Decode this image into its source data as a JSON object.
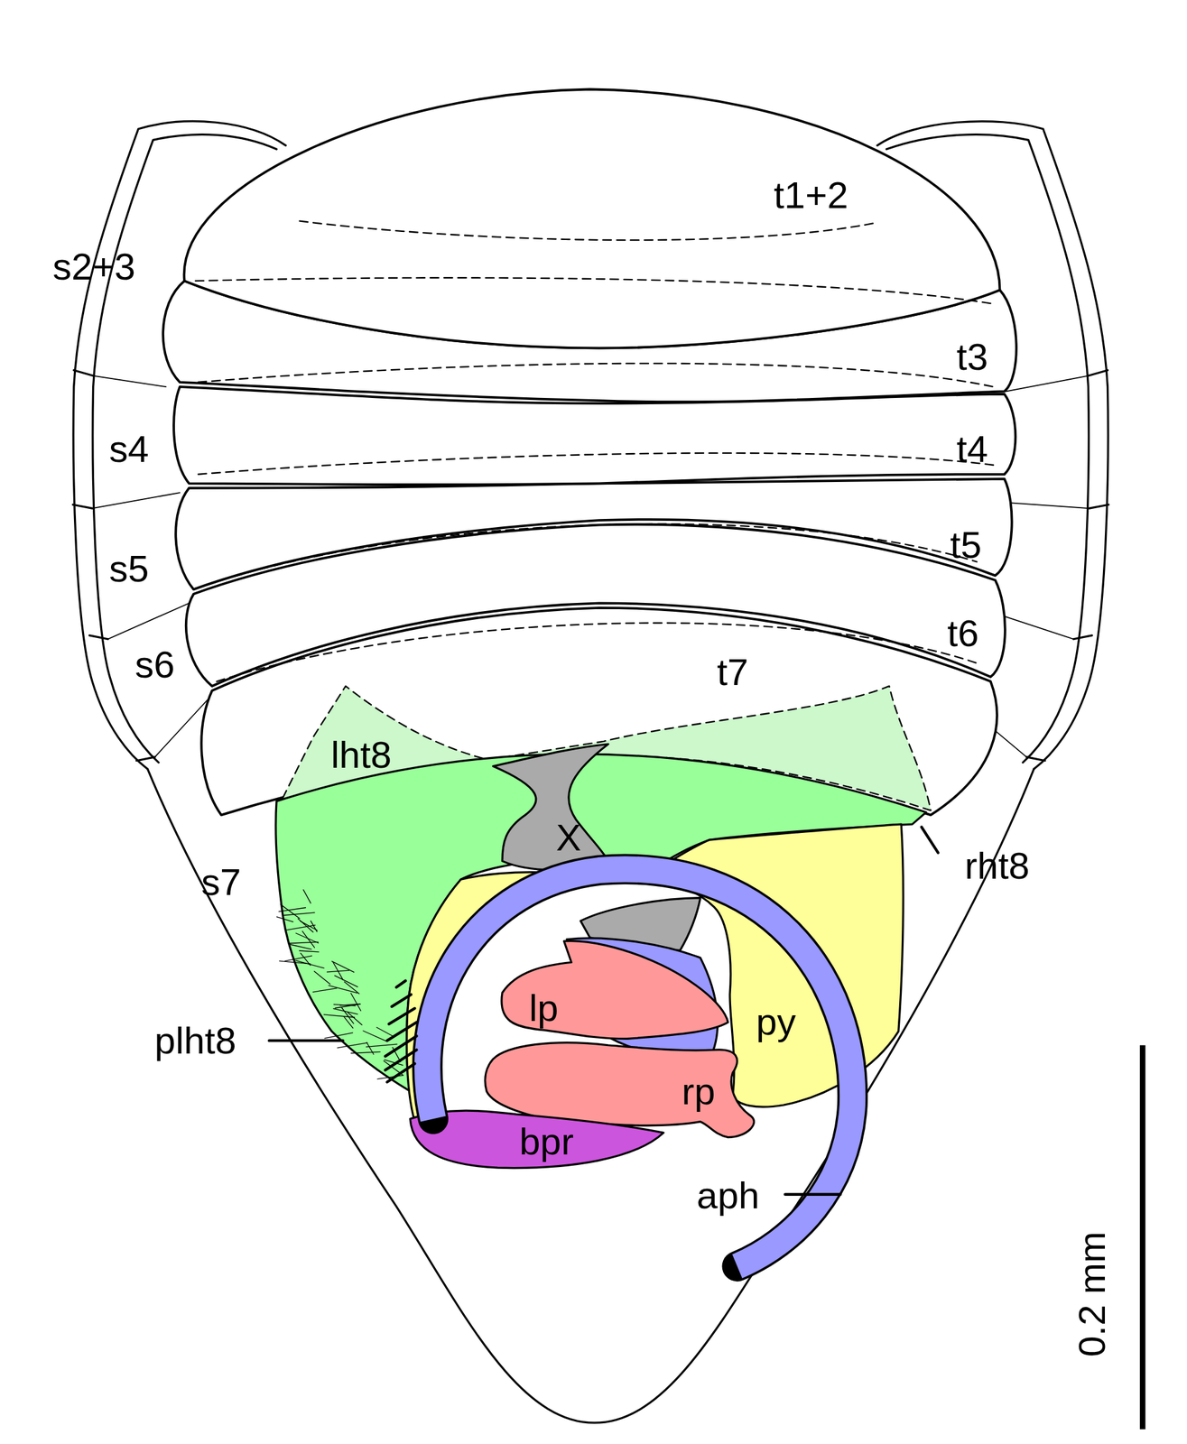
{
  "diagram": {
    "labels": [
      "t1+2",
      "s2+3",
      "t3",
      "s4",
      "t4",
      "s5",
      "t5",
      "s6",
      "t6",
      "t7",
      "lht8",
      "X",
      "rht8",
      "s7",
      "plht8",
      "lp",
      "py",
      "rp",
      "bpr",
      "aph",
      "0.2 mm"
    ]
  }
}
